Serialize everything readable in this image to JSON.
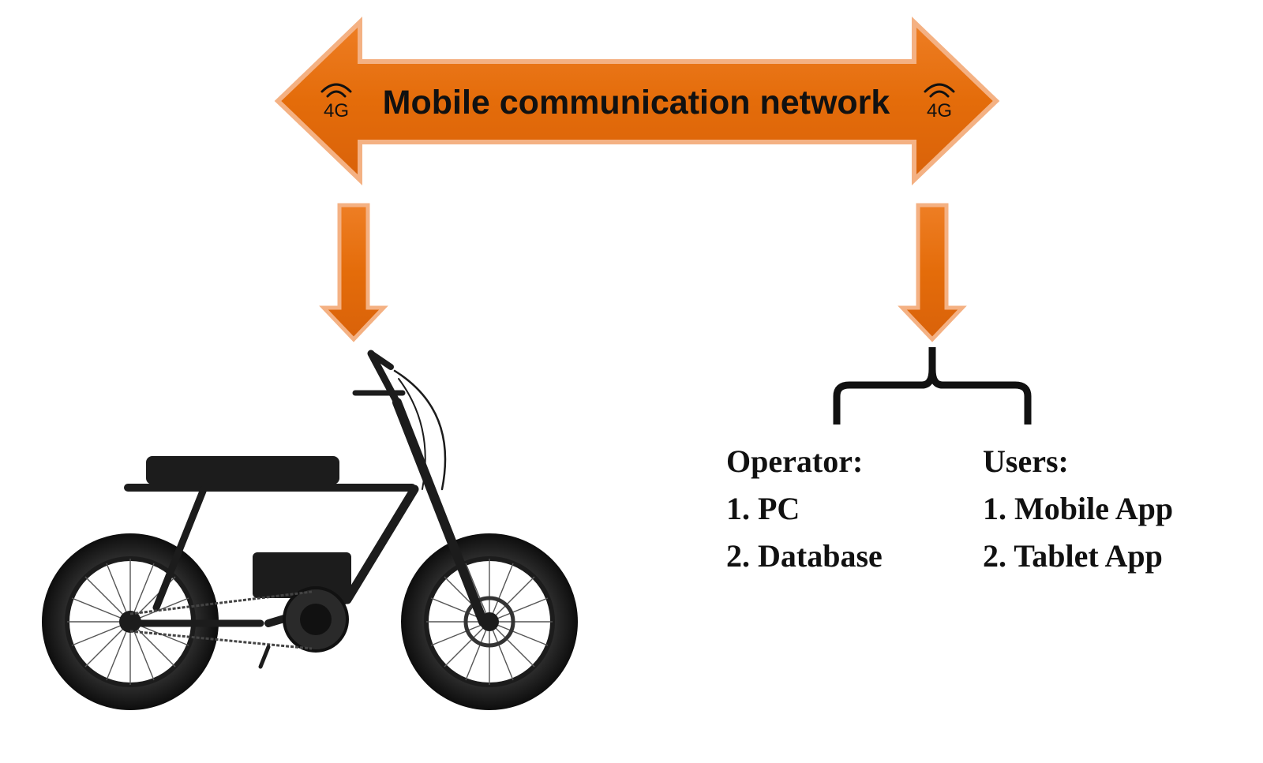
{
  "network": {
    "label": "Mobile communication network",
    "signal_label": "4G"
  },
  "operator": {
    "heading": "Operator:",
    "items": [
      "1. PC",
      "2. Database"
    ]
  },
  "users": {
    "heading": "Users:",
    "items": [
      "1. Mobile App",
      "2. Tablet App"
    ]
  },
  "colors": {
    "arrow_fill": "#E46C0A",
    "arrow_edge": "#F4B183",
    "text": "#111111",
    "bike": "#1c1c1c"
  },
  "icons": [
    "4g-signal-icon",
    "electric-bike-icon",
    "curly-brace-icon"
  ]
}
